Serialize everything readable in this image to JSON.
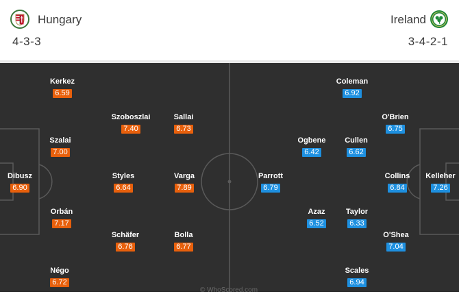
{
  "home": {
    "name": "Hungary",
    "formation": "4-3-3",
    "rating_color": "#e8600c",
    "crest_icon": "hungary-crest-icon",
    "players": [
      {
        "name": "Dibusz",
        "rating": "6.90"
      },
      {
        "name": "Kerkez",
        "rating": "6.59"
      },
      {
        "name": "Szalai",
        "rating": "7.00"
      },
      {
        "name": "Orbán",
        "rating": "7.17"
      },
      {
        "name": "Négo",
        "rating": "6.72"
      },
      {
        "name": "Szoboszlai",
        "rating": "7.40"
      },
      {
        "name": "Styles",
        "rating": "6.64"
      },
      {
        "name": "Schäfer",
        "rating": "6.76"
      },
      {
        "name": "Sallai",
        "rating": "6.73"
      },
      {
        "name": "Varga",
        "rating": "7.89"
      },
      {
        "name": "Bolla",
        "rating": "6.77"
      }
    ]
  },
  "away": {
    "name": "Ireland",
    "formation": "3-4-2-1",
    "rating_color": "#1e90e0",
    "crest_icon": "ireland-crest-icon",
    "players": [
      {
        "name": "Kelleher",
        "rating": "7.26"
      },
      {
        "name": "Collins",
        "rating": "6.84"
      },
      {
        "name": "Cullen",
        "rating": "6.62"
      },
      {
        "name": "Taylor",
        "rating": "6.33"
      },
      {
        "name": "Coleman",
        "rating": "6.92"
      },
      {
        "name": "O'Brien",
        "rating": "6.75"
      },
      {
        "name": "O'Shea",
        "rating": "7.04"
      },
      {
        "name": "Scales",
        "rating": "6.94"
      },
      {
        "name": "Ogbene",
        "rating": "6.42"
      },
      {
        "name": "Azaz",
        "rating": "6.52"
      },
      {
        "name": "Parrott",
        "rating": "6.79"
      }
    ]
  },
  "pitch_color": "#2f2f2f",
  "watermark": "© WhoScored.com"
}
